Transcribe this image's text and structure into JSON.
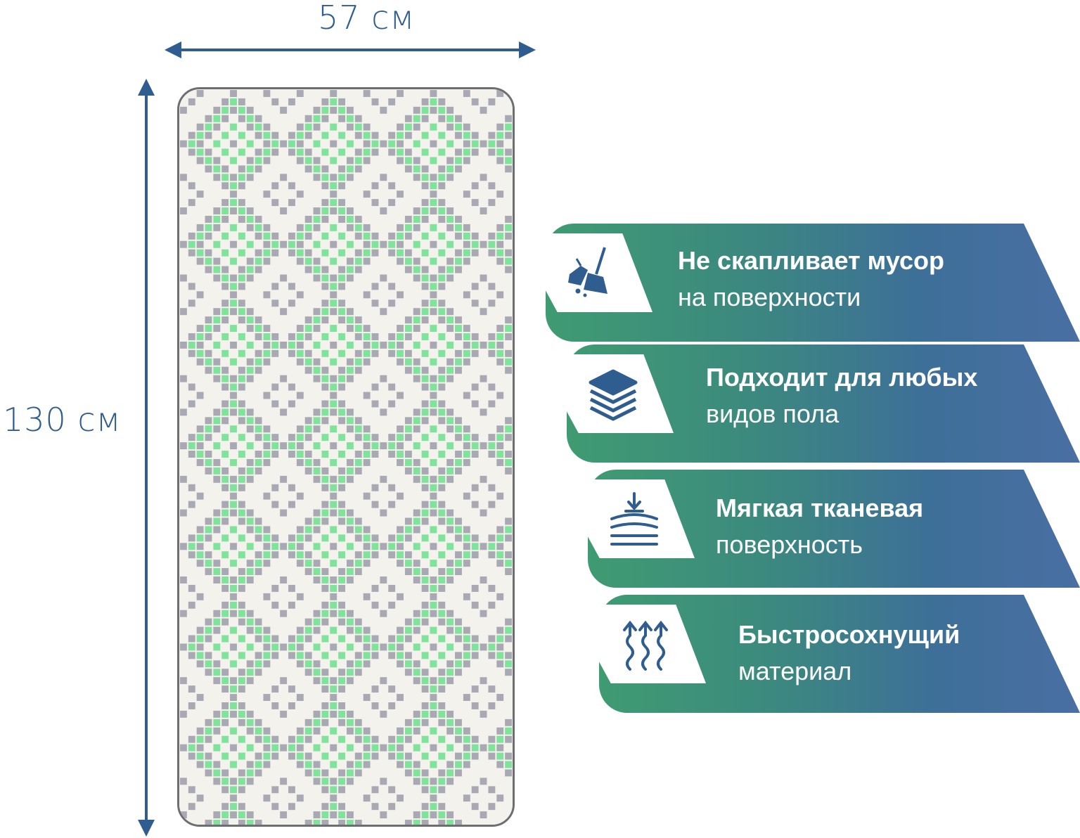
{
  "dimensions": {
    "width_label": "57 см",
    "height_label": "130 см"
  },
  "rug": {
    "pattern_colors": {
      "green": "#7fe39b",
      "gray": "#a9a9b3",
      "white": "#f4f2ec"
    }
  },
  "features": [
    {
      "title": "Не скапливает мусор",
      "subtitle": "на поверхности",
      "icon": "broom-dustpan-icon"
    },
    {
      "title": "Подходит для любых",
      "subtitle": "видов пола",
      "icon": "layers-icon"
    },
    {
      "title": "Мягкая тканевая",
      "subtitle": "поверхность",
      "icon": "soft-surface-icon"
    },
    {
      "title": "Быстросохнущий",
      "subtitle": "материал",
      "icon": "quick-dry-icon"
    }
  ],
  "colors": {
    "accent_blue": "#2f5d8f",
    "band_green": "#3f9b72",
    "band_blue": "#4a6fa3"
  }
}
